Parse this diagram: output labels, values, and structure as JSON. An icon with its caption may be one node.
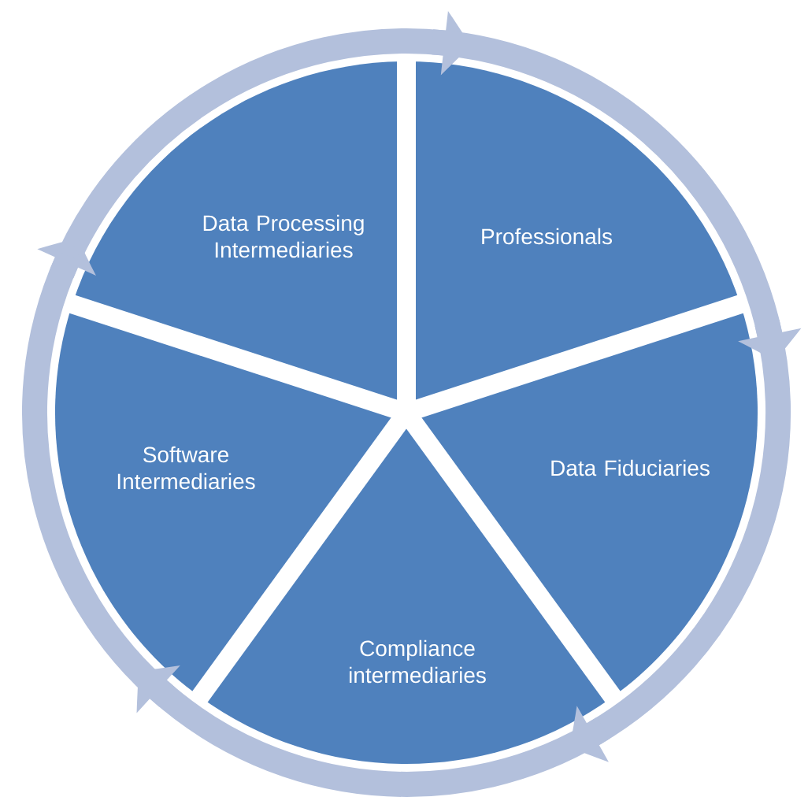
{
  "diagram": {
    "nodes": [
      {
        "text": [
          "Data Processing Intermediaries"
        ]
      },
      {
        "text": [
          "Professionals"
        ]
      },
      {
        "text": [
          "Data Fiduciaries"
        ]
      },
      {
        "text": [
          "Compliance intermediaries"
        ]
      },
      {
        "text": [
          "Software Intermediaries"
        ]
      }
    ],
    "edges": [
      {
        "from": 0,
        "to": 1,
        "arrow": "to"
      },
      {
        "from": 1,
        "to": 2,
        "arrow": "to"
      },
      {
        "from": 2,
        "to": 3,
        "arrow": "to"
      },
      {
        "from": 3,
        "to": 4,
        "arrow": "to"
      },
      {
        "from": 4,
        "to": 0,
        "arrow": "to"
      }
    ]
  }
}
